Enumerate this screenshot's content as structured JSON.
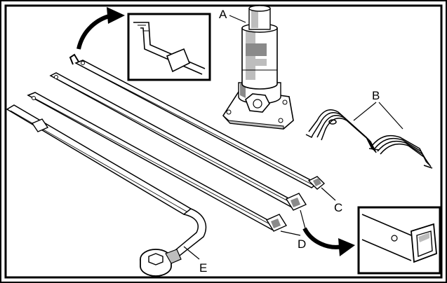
{
  "labels": {
    "a": "A",
    "b": "B",
    "c": "C",
    "d": "D",
    "e": "E"
  },
  "colors": {
    "stroke": "#000000",
    "fill": "#ffffff",
    "shade": "#bdbdbd",
    "shade_dark": "#8a8a8a"
  }
}
